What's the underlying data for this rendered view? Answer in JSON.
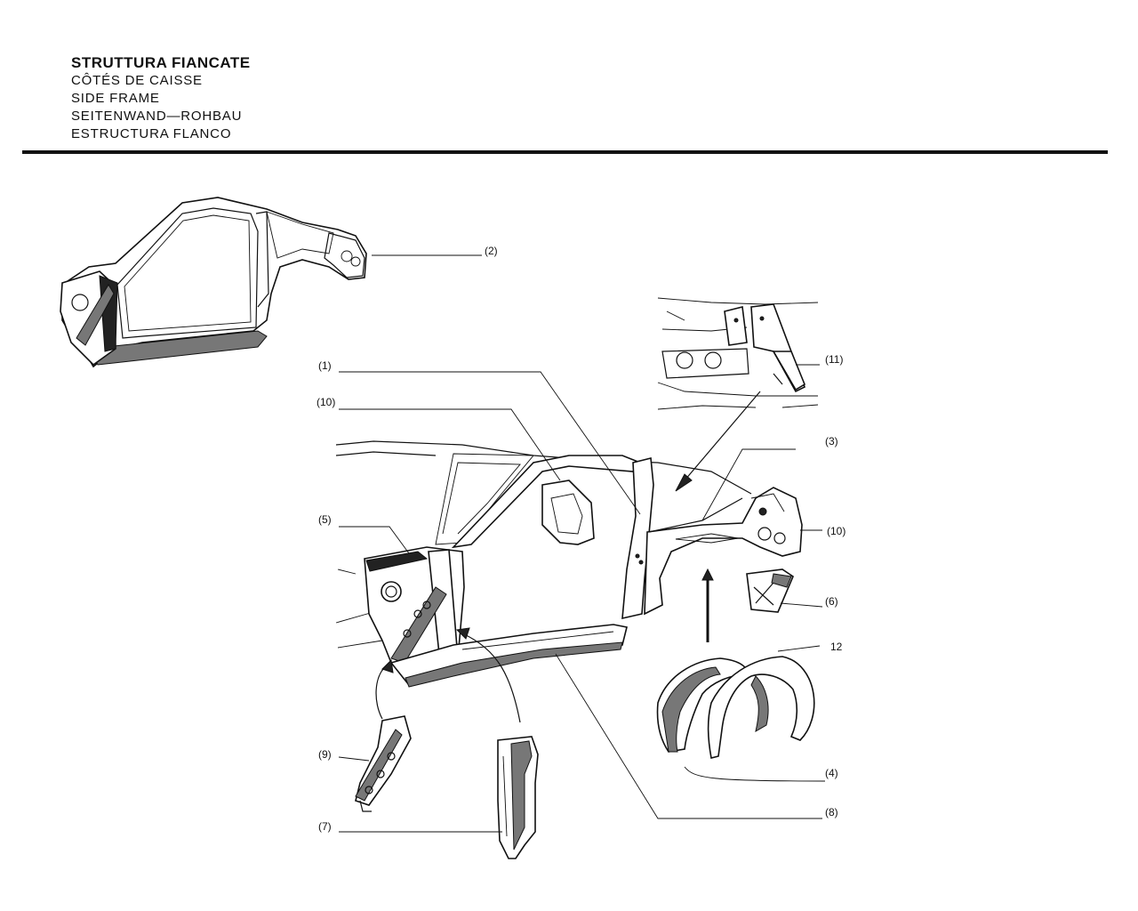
{
  "titles": {
    "it": "STRUTTURA FIANCATE",
    "fr": "CÔTÉS DE CAISSE",
    "en": "SIDE FRAME",
    "de": "SEITENWAND—ROHBAU",
    "es": "ESTRUCTURA FLANCO"
  },
  "callouts": {
    "c1": "(1)",
    "c2": "(2)",
    "c3": "(3)",
    "c4": "(4)",
    "c5": "(5)",
    "c6": "(6)",
    "c7": "(7)",
    "c8": "(8)",
    "c9": "(9)",
    "c10a": "(10)",
    "c10b": "(10)",
    "c11": "(11)",
    "c12": "12"
  }
}
